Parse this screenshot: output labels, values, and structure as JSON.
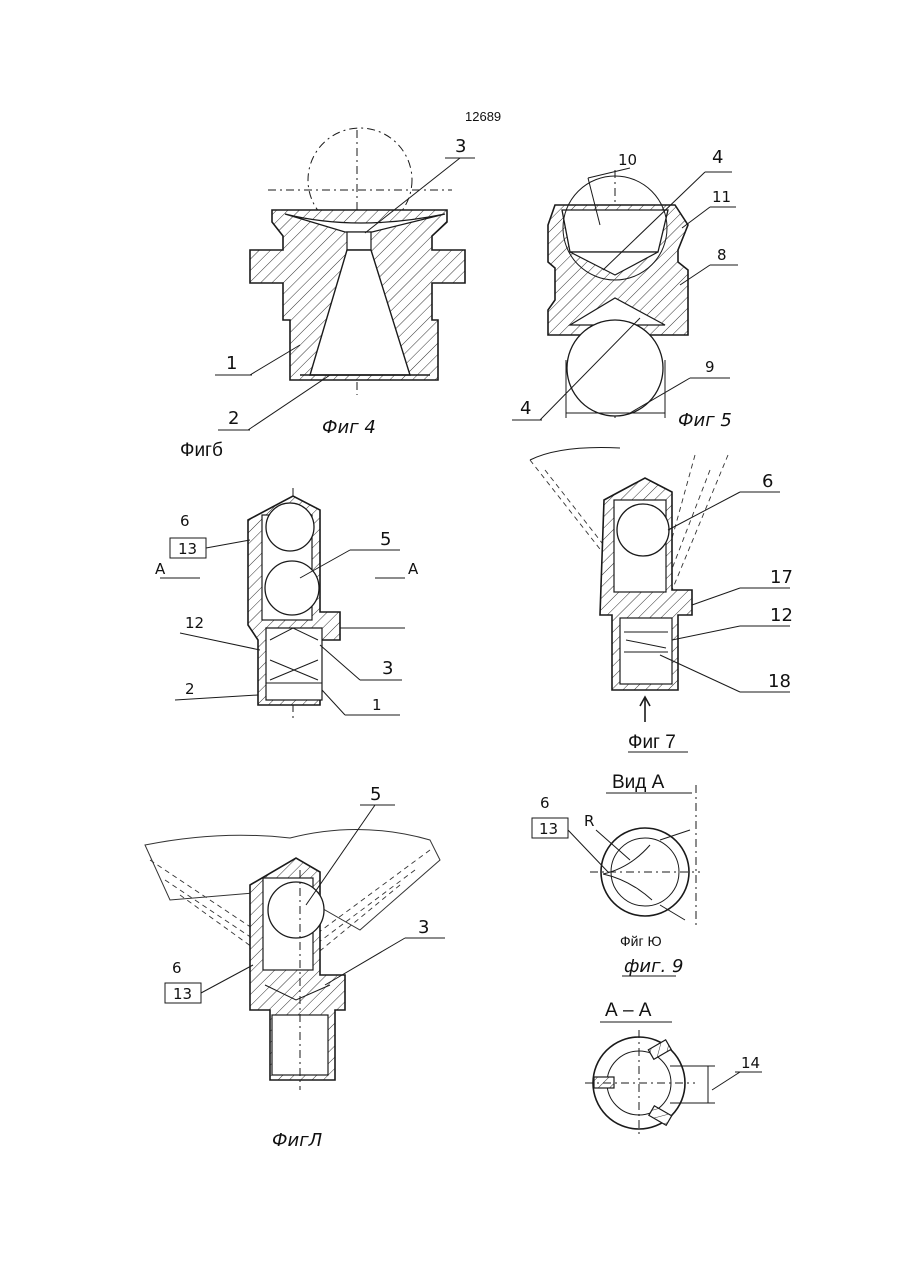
{
  "page_number": "12689",
  "figures": {
    "fig4": {
      "caption": "Фиг 4",
      "caption_alt": "Фигб",
      "labels": {
        "l1": "1",
        "l2": "2",
        "l3": "3"
      }
    },
    "fig5": {
      "caption": "Фиг 5",
      "labels": {
        "l4a": "4",
        "l4b": "4",
        "l8": "8",
        "l9": "9",
        "l10": "10",
        "l11": "11"
      }
    },
    "fig6": {
      "labels": {
        "l6": "6",
        "l13": "13",
        "lA_left": "А",
        "lA_right": "А",
        "l5": "5",
        "l12": "12",
        "l3": "3",
        "l2": "2",
        "l1": "1"
      }
    },
    "fig7": {
      "caption": "Фиг 7",
      "labels": {
        "l6": "6",
        "l17": "17",
        "l12": "12",
        "l18": "18"
      }
    },
    "fig8": {
      "caption": "ФигЛ",
      "labels": {
        "l5": "5",
        "l3": "3",
        "l6": "6",
        "l13": "13"
      }
    },
    "fig9": {
      "title": "Вид А",
      "caption": "фиг. 9",
      "sub_caption": "Фйг Ю",
      "labels": {
        "l6": "6",
        "l13": "13",
        "lR": "R"
      }
    },
    "fig10": {
      "title": "А – А",
      "labels": {
        "l14": "14"
      }
    }
  }
}
